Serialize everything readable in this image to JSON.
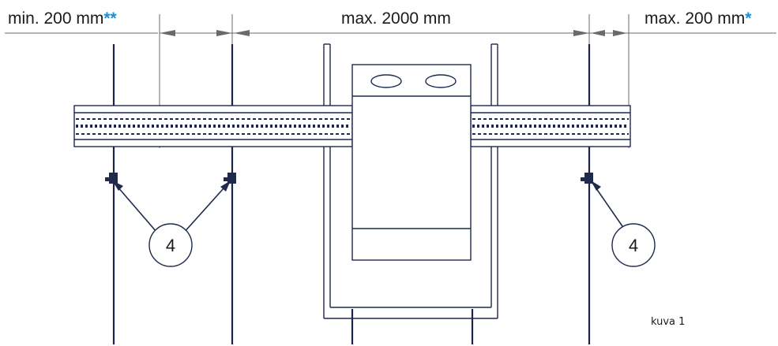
{
  "colors": {
    "line": "#1f2a4d",
    "text": "#1a1a1a",
    "asterisk": "#1e8fd6",
    "dimension": "#6a6a6a"
  },
  "dimensions": {
    "left": {
      "text": "min. 200 mm",
      "marker": "**"
    },
    "middle": {
      "text": "max. 2000 mm"
    },
    "right": {
      "text": "max. 200 mm",
      "marker": "*"
    }
  },
  "callouts": {
    "left": "4",
    "right": "4"
  },
  "caption": "kuva 1"
}
